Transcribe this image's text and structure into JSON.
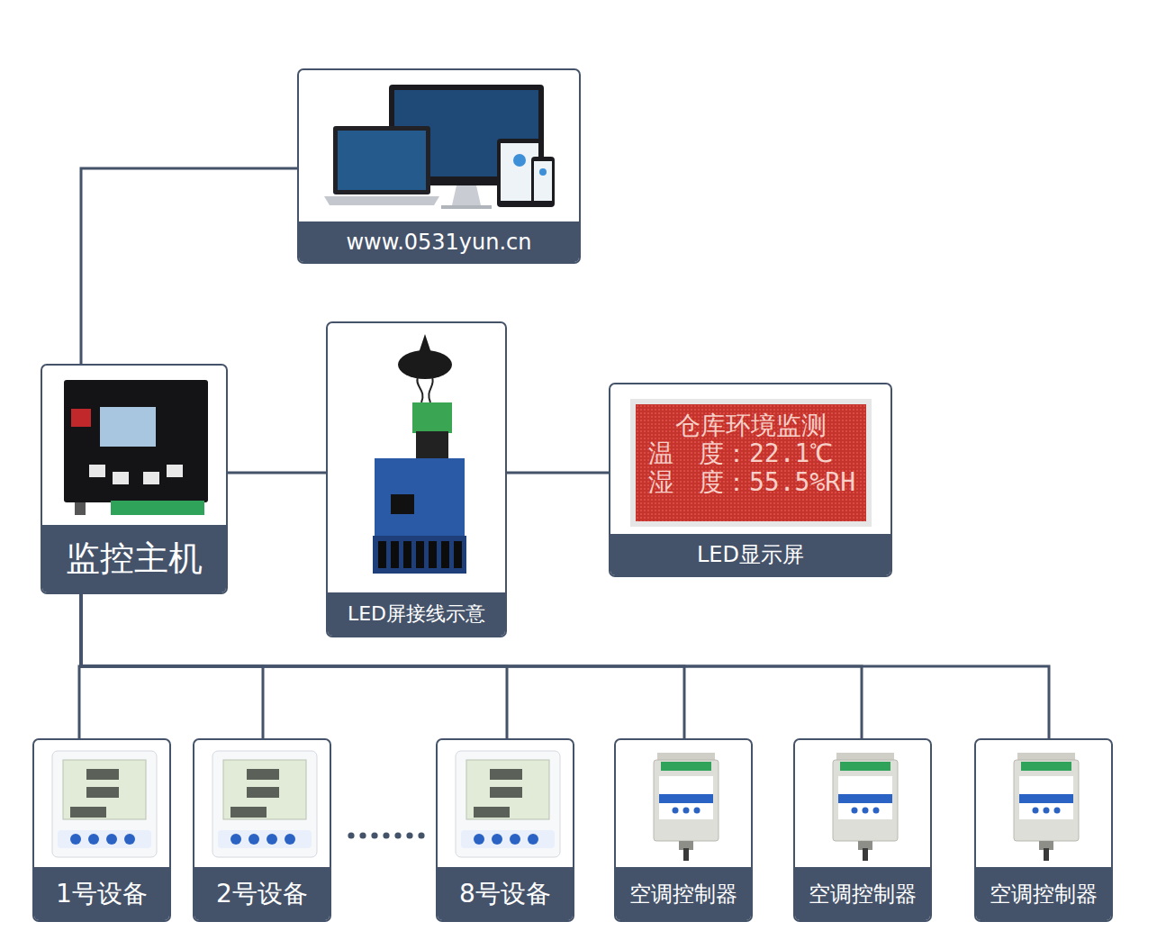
{
  "diagram": {
    "nodes": [
      {
        "text": [
          "www.0531yun.cn"
        ]
      },
      {
        "text": [
          "监控主机"
        ]
      },
      {
        "text": [
          "LED屏接线示意"
        ]
      },
      {
        "text": [
          "LED显示屏"
        ]
      },
      {
        "text": [
          "仓库环境监测",
          "温　度：22.1℃",
          "湿　度：55.5%RH"
        ],
        "in": 3
      },
      {
        "text": [
          "1号设备"
        ]
      },
      {
        "text": [
          "2号设备"
        ]
      },
      {
        "text": [
          "8号设备"
        ]
      },
      {
        "text": [
          "空调控制器"
        ]
      },
      {
        "text": [
          "空调控制器"
        ]
      },
      {
        "text": [
          "空调控制器"
        ]
      }
    ],
    "edges": [
      {
        "from": 1,
        "to": 0,
        "arrow": "none"
      },
      {
        "from": 1,
        "to": 2,
        "arrow": "none"
      },
      {
        "from": 2,
        "to": 3,
        "arrow": "none"
      },
      {
        "from": 1,
        "to": 5,
        "arrow": "none"
      },
      {
        "from": 1,
        "to": 6,
        "arrow": "none"
      },
      {
        "from": 1,
        "to": 7,
        "arrow": "none"
      },
      {
        "from": 1,
        "to": 8,
        "arrow": "none"
      },
      {
        "from": 1,
        "to": 9,
        "arrow": "none"
      },
      {
        "from": 1,
        "to": 10,
        "arrow": "none"
      }
    ]
  }
}
